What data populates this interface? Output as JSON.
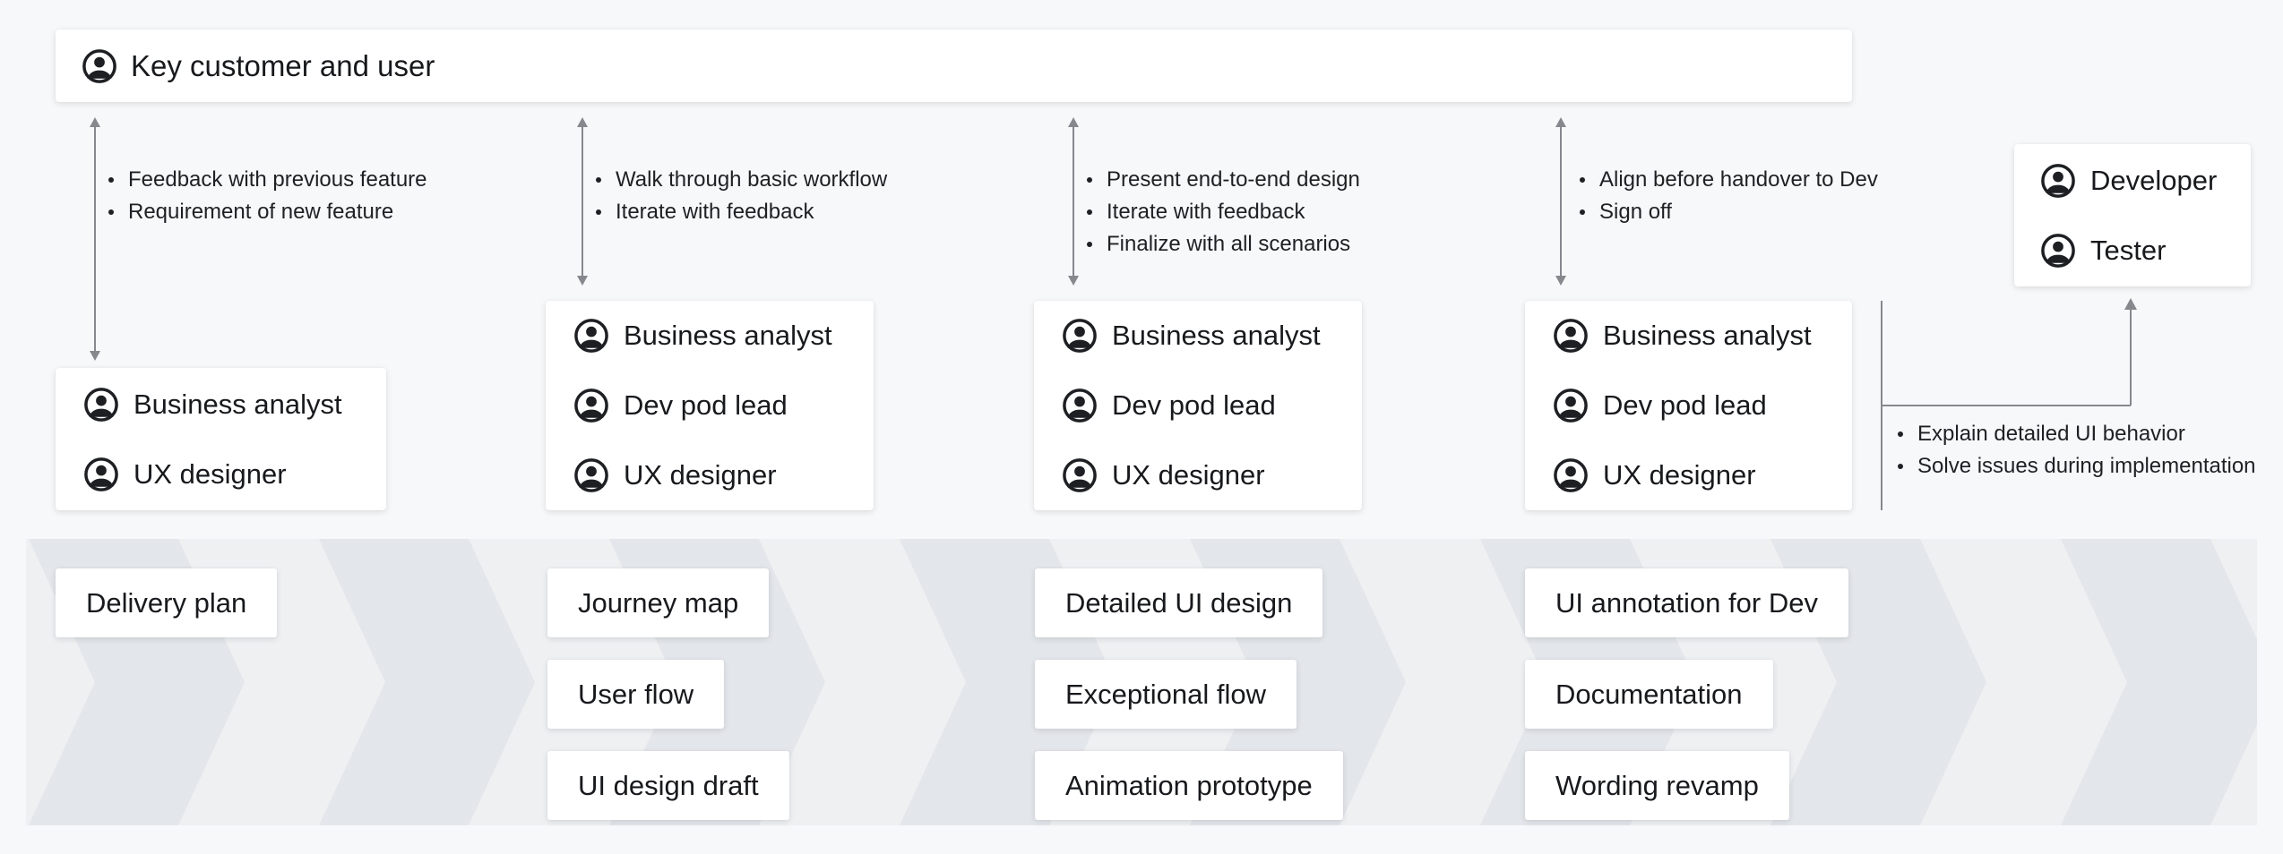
{
  "top_bar": {
    "label": "Key customer and user"
  },
  "columns": [
    {
      "bullets": [
        "Feedback with previous feature",
        "Requirement of new feature"
      ],
      "roles": [
        "Business analyst",
        "UX designer"
      ],
      "deliverables": [
        "Delivery plan"
      ]
    },
    {
      "bullets": [
        "Walk through basic workflow",
        "Iterate with feedback"
      ],
      "roles": [
        "Business analyst",
        "Dev pod lead",
        "UX designer"
      ],
      "deliverables": [
        "Journey map",
        "User flow",
        "UI design draft"
      ]
    },
    {
      "bullets": [
        "Present end-to-end design",
        "Iterate with feedback",
        "Finalize with all scenarios"
      ],
      "roles": [
        "Business analyst",
        "Dev pod lead",
        "UX designer"
      ],
      "deliverables": [
        "Detailed UI design",
        "Exceptional flow",
        "Animation prototype"
      ]
    },
    {
      "bullets": [
        "Align before handover to Dev",
        "Sign off"
      ],
      "roles": [
        "Business analyst",
        "Dev pod lead",
        "UX designer"
      ],
      "deliverables": [
        "UI annotation for Dev",
        "Documentation",
        "Wording revamp"
      ]
    }
  ],
  "handover_card": {
    "roles": [
      "Developer",
      "Tester"
    ]
  },
  "handover_notes": [
    "Explain detailed UI behavior",
    "Solve issues during implementation"
  ],
  "colors": {
    "background": "#f7f8f9",
    "card": "#ffffff",
    "band_light": "#eef0f2",
    "band_dark": "#e3e6ea",
    "line_gray": "#85888d",
    "text": "#17191c"
  }
}
